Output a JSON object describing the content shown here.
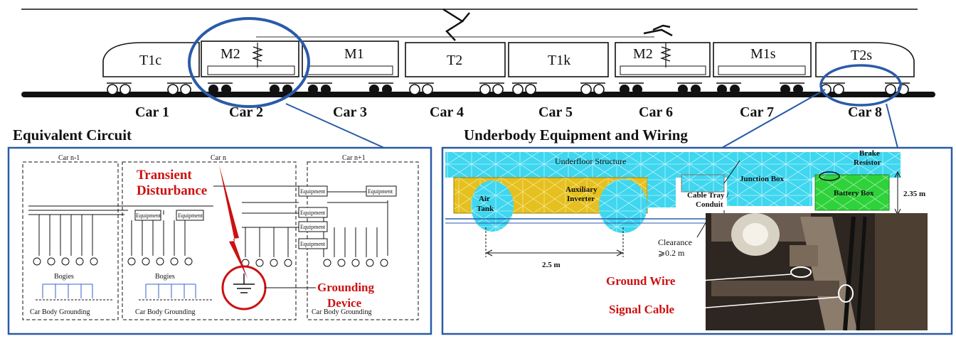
{
  "cars": [
    {
      "code": "T1c",
      "label": "Car 1"
    },
    {
      "code": "M2",
      "label": "Car 2"
    },
    {
      "code": "M1",
      "label": "Car 3"
    },
    {
      "code": "T2",
      "label": "Car 4"
    },
    {
      "code": "T1k",
      "label": "Car 5"
    },
    {
      "code": "M2",
      "label": "Car 6"
    },
    {
      "code": "M1s",
      "label": "Car 7"
    },
    {
      "code": "T2s",
      "label": "Car 8"
    }
  ],
  "left_panel": {
    "title": "Equivalent Circuit",
    "car_prev": "Car n-1",
    "car_cur": "Car n",
    "car_next": "Car n+1",
    "equipment": "Equipment",
    "bogies": "Bogies",
    "grounding": "Car Body Grounding",
    "transient_line1": "Transient",
    "transient_line2": "Disturbance",
    "grounding_device_line1": "Grounding",
    "grounding_device_line2": "Device"
  },
  "right_panel": {
    "title": "Underbody Equipment and Wiring",
    "underfloor": "Underfloor Structure",
    "junction_box": "Junction Box",
    "brake_line1": "Brake",
    "brake_line2": "Resistor",
    "height": "2.35 m",
    "air_tank_line1": "Air",
    "air_tank_line2": "Tank",
    "aux_line1": "Auxiliary",
    "aux_line2": "Inverter",
    "cable_tray_line1": "Cable Tray /",
    "cable_tray_line2": "Conduit",
    "battery_box": "Battery Box",
    "clearance_line1": "Clearance",
    "clearance_line2": "⩾0.2 m",
    "spacing": "2.5 m",
    "ground_wire": "Ground Wire",
    "signal_cable": "Signal Cable"
  },
  "colors": {
    "frame_blue": "#2a5ba8",
    "highlight_red": "#cc1111",
    "mesh_cyan": "#33d4ee",
    "inverter_yellow": "#e8c21c",
    "battery_green": "#2fd23a"
  }
}
